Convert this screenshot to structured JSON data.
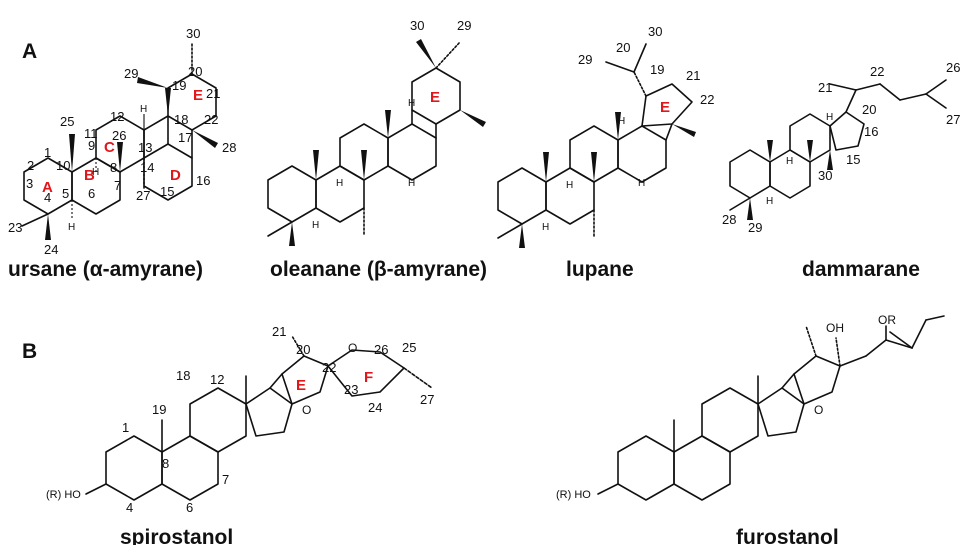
{
  "panels": {
    "a": "A",
    "b": "B"
  },
  "names": {
    "ursane": "ursane (α-amyrane)",
    "oleanane": "oleanane (β-amyrane)",
    "lupane": "lupane",
    "dammarane": "dammarane",
    "spirostanol": "spirostanol",
    "furostanol": "furostanol"
  },
  "ring_letters": {
    "a": "A",
    "b": "B",
    "c": "C",
    "d": "D",
    "e": "E",
    "f": "F"
  },
  "h": "H",
  "ursane_numbers": [
    "1",
    "2",
    "3",
    "4",
    "5",
    "6",
    "7",
    "8",
    "9",
    "10",
    "11",
    "12",
    "13",
    "14",
    "15",
    "16",
    "17",
    "18",
    "19",
    "20",
    "21",
    "22",
    "23",
    "24",
    "25",
    "26",
    "27",
    "28",
    "29",
    "30"
  ],
  "oleanane_numbers": {
    "30": "30",
    "29": "29"
  },
  "lupane_numbers": {
    "30": "30",
    "20": "20",
    "29": "29",
    "19": "19",
    "21": "21",
    "22": "22"
  },
  "dammarane_numbers": {
    "21": "21",
    "22": "22",
    "26": "26",
    "27": "27",
    "20": "20",
    "16": "16",
    "15": "15",
    "30": "30",
    "28": "28",
    "29": "29"
  },
  "spiro_numbers": {
    "21": "21",
    "20": "20",
    "22": "22",
    "26": "26",
    "25": "25",
    "23": "23",
    "24": "24",
    "27": "27",
    "18": "18",
    "12": "12",
    "19": "19",
    "1": "1",
    "8": "8",
    "7": "7",
    "4": "4",
    "6": "6"
  },
  "atoms": {
    "o": "O",
    "oh": "OH",
    "or": "OR",
    "r_ho": "(R) HO"
  },
  "colors": {
    "ring_label": "#e0181c",
    "bond": "#111111"
  }
}
